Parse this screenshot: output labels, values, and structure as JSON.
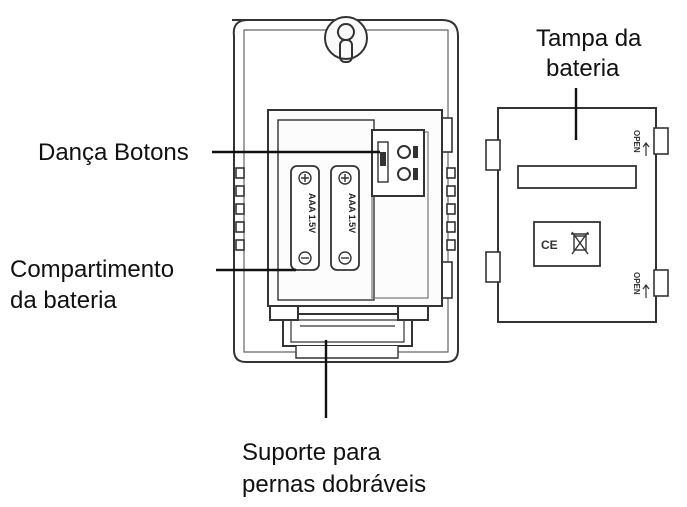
{
  "labels": {
    "tampa_line1": "Tampa da",
    "tampa_line2": "bateria",
    "danca_botons": "Dança Botons",
    "compartimento_line1": "Compartimento",
    "compartimento_line2": "da bateria",
    "suporte_line1": "Suporte para",
    "suporte_line2": "pernas dobráveis"
  },
  "device_markings": {
    "battery_type": "AAA 1.5V",
    "cover_open": "OPEN",
    "certification": "CE",
    "weee_icon": "crossed-bin-icon"
  }
}
